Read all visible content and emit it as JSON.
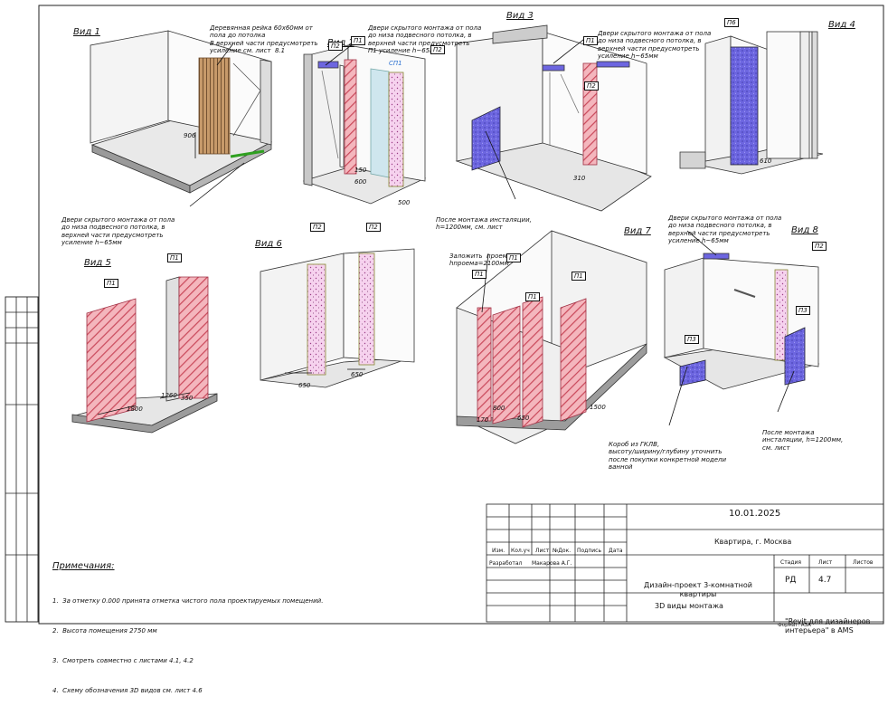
{
  "views": [
    {
      "label": "Вид 1"
    },
    {
      "label": "Вид 2"
    },
    {
      "label": "Вид 3"
    },
    {
      "label": "Вид 4"
    },
    {
      "label": "Вид 5"
    },
    {
      "label": "Вид 6"
    },
    {
      "label": "Вид 7"
    },
    {
      "label": "Вид 8"
    }
  ],
  "callouts": {
    "v1_rail": [
      "Деревянная рейка 60х60мм от",
      "пола до потолка",
      "В верхней части предусмотреть",
      "усиление см. лист  8.1"
    ],
    "v2_doors": [
      "Двери скрытого монтажа от пола",
      "до низа подвесного потолка, в",
      "верхней части предусмотреть",
      "П1 усиление h~65мм"
    ],
    "v3_doors": [
      "Двери скрытого монтажа от пола",
      "до низа подвесного потолка, в",
      "верхней части предусмотреть",
      "усиление h~65мм"
    ],
    "v1_doors": [
      "Двери скрытого монтажа от пола",
      "до низа подвесного потолка, в",
      "верхней части предусмотреть",
      "усиление h~65мм"
    ],
    "v3_install": [
      "После монтажа инсталяции,",
      "h=1200мм, см. лист"
    ],
    "v7_opening": [
      "Заложить  проем",
      "hпроема=2100мм"
    ],
    "v8_doors": [
      "Двери скрытого монтажа от пола",
      "до низа подвесного потолка, в",
      "верхней части предусмотреть",
      "усиление h~65мм"
    ],
    "v7_box": [
      "Короб из ГКЛВ,",
      "высоту/ширину/глубину уточнить",
      "после покупки конкретной модели",
      "ванной"
    ],
    "v8_install": [
      "После монтажа",
      "инсталяции, h=1200мм,",
      "см. лист"
    ]
  },
  "tags": {
    "p1": "П1",
    "p2": "П2",
    "p3": "П3",
    "p6": "П6",
    "cp1": "СП1"
  },
  "dims": {
    "v1_a": "906",
    "v2_a": "150",
    "v2_b": "600",
    "v2_c": "500",
    "v3_a": "310",
    "v4_a": "610",
    "v5_a": "1800",
    "v5_b": "1260",
    "v5_c": "350",
    "v6_a": "650",
    "v6_b": "650",
    "v7_a": "800",
    "v7_b": "650",
    "v7_c": "170",
    "v7_d": "1500"
  },
  "notes": {
    "title": "Примечания:",
    "items": [
      "1.  За отметку 0.000 принята отметка чистого пола проектируемых помещений.",
      "2.  Высота помещения 2750 мм",
      "3.  Смотреть совместно с листами 4.1, 4.2",
      "4.  Схему обозначения 3D видов см. лист 4.6"
    ]
  },
  "title_block": {
    "date": "10.01.2025",
    "object": "Квартира, г. Москва",
    "headers": [
      "Изм.",
      "Кол.уч",
      "Лист",
      "№Док.",
      "Подпись",
      "Дата"
    ],
    "developed_label": "Разработал",
    "developer": "Макарова А.Г.",
    "project": [
      "Дизайн-проект 3-комнатной",
      "квартиры"
    ],
    "stage_label": "Стадия",
    "sheet_label": "Лист",
    "sheets_label": "Листов",
    "stage": "РД",
    "sheet": "4.7",
    "sheets": "",
    "sheet_title": "3D виды монтажа",
    "org": [
      "\"Revit для дизайнеров",
      "интерьера\" в AMS"
    ],
    "format": "Формат: А3А"
  }
}
